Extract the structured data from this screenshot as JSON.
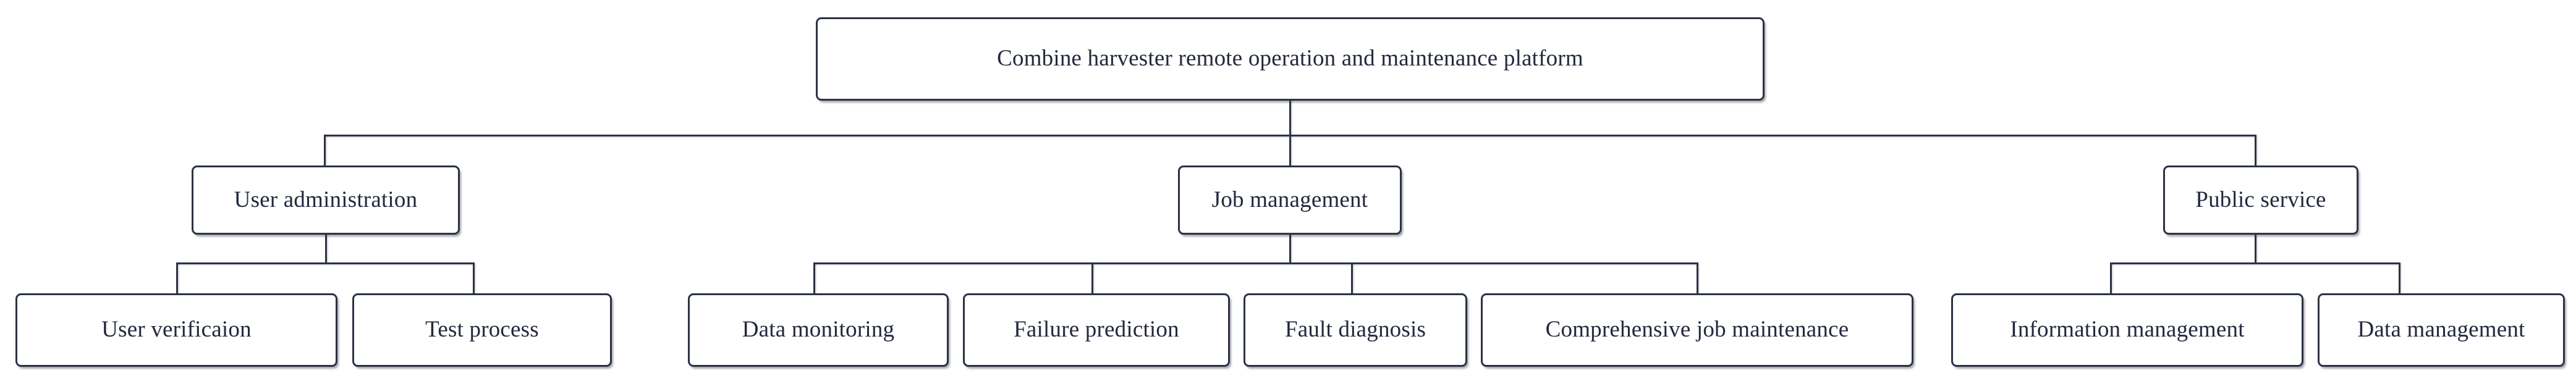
{
  "diagram": {
    "type": "hierarchy-tree",
    "orientation": "top-down",
    "levels": 3,
    "colors": {
      "border": "#2b3245",
      "text": "#22293c",
      "background": "#ffffff",
      "connector": "#2b3245"
    },
    "root": {
      "id": "root",
      "label": "Combine harvester remote operation and maintenance platform"
    },
    "branches": [
      {
        "id": "user-administration",
        "label": "User administration",
        "children": [
          {
            "id": "user-verificaion",
            "label": "User verificaion"
          },
          {
            "id": "test-process",
            "label": "Test process"
          }
        ]
      },
      {
        "id": "job-management",
        "label": "Job management",
        "children": [
          {
            "id": "data-monitoring",
            "label": "Data monitoring"
          },
          {
            "id": "failure-prediction",
            "label": "Failure prediction"
          },
          {
            "id": "fault-diagnosis",
            "label": "Fault diagnosis"
          },
          {
            "id": "comprehensive-job-maintenance",
            "label": "Comprehensive job maintenance"
          }
        ]
      },
      {
        "id": "public-service",
        "label": "Public service",
        "children": [
          {
            "id": "information-management",
            "label": "Information management"
          },
          {
            "id": "data-management",
            "label": "Data management"
          }
        ]
      }
    ]
  }
}
